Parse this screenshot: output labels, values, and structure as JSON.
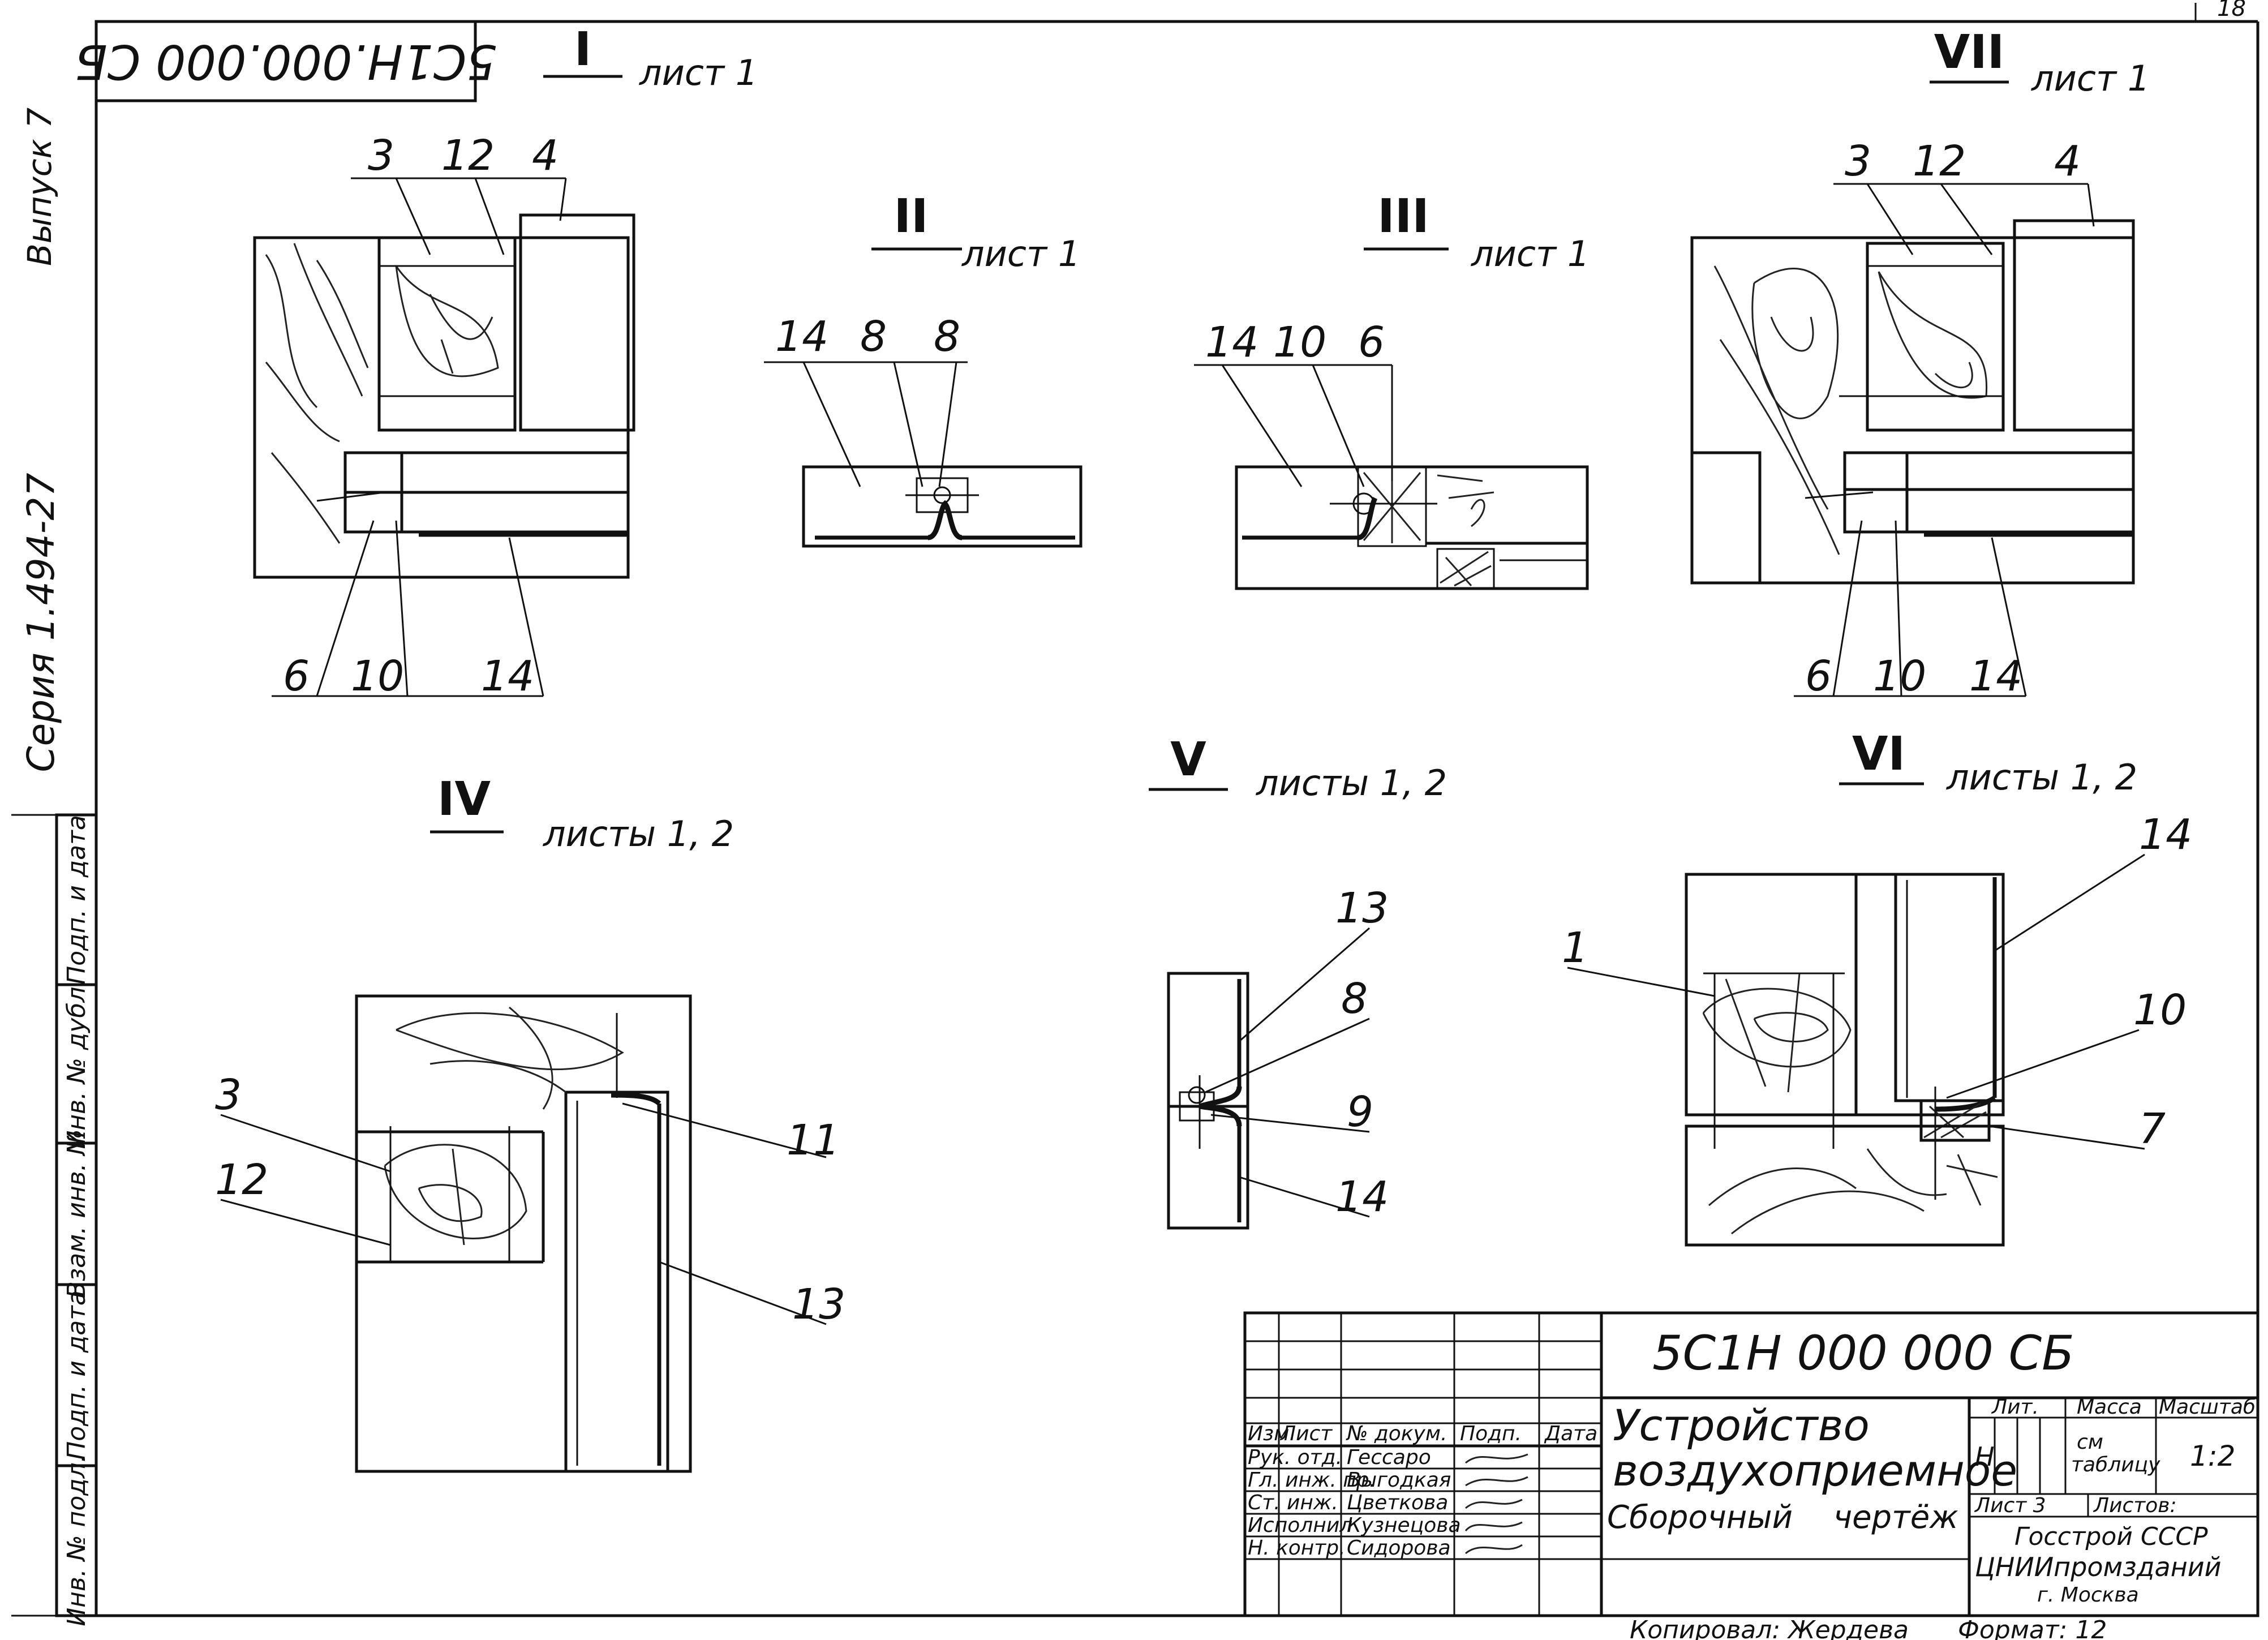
{
  "stamp_code": "5С1Н.000.000 СБ",
  "corner_sheet_no": "18",
  "left_strip": {
    "issue": "Выпуск 7",
    "series": "Серия 1.494-27",
    "box_labels": [
      "Подп. и дата",
      "Инв. № дубл.",
      "Взам. инв. №",
      "Подп. и дата",
      "Инв. № подл."
    ]
  },
  "views": [
    {
      "id": "I",
      "numeral": "I",
      "ref": "лист 1",
      "callouts": [
        "3",
        "12",
        "4",
        "6",
        "10",
        "14"
      ]
    },
    {
      "id": "II",
      "numeral": "II",
      "ref": "лист 1",
      "callouts": [
        "14",
        "8",
        "8"
      ]
    },
    {
      "id": "III",
      "numeral": "III",
      "ref": "лист 1",
      "callouts": [
        "14",
        "10",
        "6"
      ]
    },
    {
      "id": "VII",
      "numeral": "VII",
      "ref": "лист 1",
      "callouts": [
        "3",
        "12",
        "4",
        "6",
        "10",
        "14"
      ]
    },
    {
      "id": "IV",
      "numeral": "IV",
      "ref": "листы 1, 2",
      "callouts": [
        "3",
        "12",
        "11",
        "13"
      ]
    },
    {
      "id": "V",
      "numeral": "V",
      "ref": "листы 1, 2",
      "callouts": [
        "13",
        "8",
        "9",
        "14"
      ]
    },
    {
      "id": "VI",
      "numeral": "VI",
      "ref": "листы 1, 2",
      "callouts": [
        "14",
        "1",
        "10",
        "7"
      ]
    }
  ],
  "title_block": {
    "doc_code": "5С1Н 000 000 СБ",
    "title_line1": "Устройство",
    "title_line2": "воздухоприемное",
    "subtitle": "Сборочный",
    "subtitle_right": "чертёж",
    "headers": [
      "Изм.",
      "Лист",
      "№ докум.",
      "Подп.",
      "Дата"
    ],
    "roles": [
      {
        "role": "Рук. отд.",
        "name": "Гессаро"
      },
      {
        "role": "Гл. инж. пр.",
        "name": "Выгодкая"
      },
      {
        "role": "Ст. инж.",
        "name": "Цветкова"
      },
      {
        "role": "Исполнил",
        "name": "Кузнецова"
      },
      {
        "role": "Н. контр.",
        "name": "Сидорова"
      }
    ],
    "lit_header": "Лит.",
    "mass_header": "Масса",
    "scale_header": "Масштаб",
    "lit_value": "Н",
    "mass_value_1": "см",
    "mass_value_2": "таблицу",
    "scale_value": "1:2",
    "sheet_label": "Лист 3",
    "sheets_label": "Листов:",
    "org_line1": "Госстрой СССР",
    "org_line2": "ЦНИИпромзданий",
    "org_line3": "г. Москва"
  },
  "footer": {
    "copied": "Копировал: Жердева",
    "format": "Формат: 12"
  }
}
